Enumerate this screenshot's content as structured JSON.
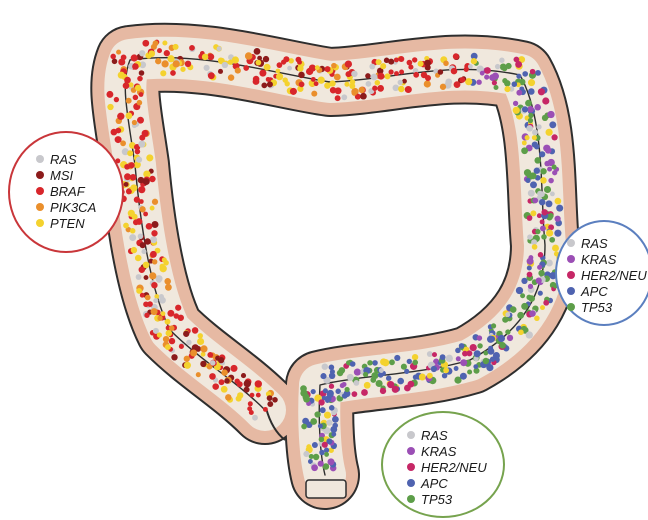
{
  "colors": {
    "tissue": "#e6b9a3",
    "tissue_outline": "#2e2e2e",
    "lumen": "#f0e8dd",
    "left_ring": "#c9363a",
    "right_ring": "#5b7fbf",
    "bottom_ring": "#76a34e"
  },
  "markers": {
    "RAS": "#c8c8cc",
    "MSI": "#8c1b1b",
    "BRAF": "#d8262b",
    "PIK3CA": "#ea8f2c",
    "PTEN": "#f4d22e",
    "KRAS": "#9b4fb5",
    "HER2/NEU": "#c62766",
    "APC": "#4f63b0",
    "TP53": "#5d9e49"
  },
  "legends": {
    "left": {
      "items": [
        {
          "label": "RAS",
          "color": "#c8c8cc"
        },
        {
          "label": "MSI",
          "color": "#8c1b1b"
        },
        {
          "label": "BRAF",
          "color": "#d8262b"
        },
        {
          "label": "PIK3CA",
          "color": "#ea8f2c"
        },
        {
          "label": "PTEN",
          "color": "#f4d22e"
        }
      ]
    },
    "right": {
      "items": [
        {
          "label": "RAS",
          "color": "#c8c8cc"
        },
        {
          "label": "KRAS",
          "color": "#9b4fb5"
        },
        {
          "label": "HER2/NEU",
          "color": "#c62766"
        },
        {
          "label": "APC",
          "color": "#4f63b0"
        },
        {
          "label": "TP53",
          "color": "#5d9e49"
        }
      ]
    },
    "bottom": {
      "items": [
        {
          "label": "RAS",
          "color": "#c8c8cc"
        },
        {
          "label": "KRAS",
          "color": "#9b4fb5"
        },
        {
          "label": "HER2/NEU",
          "color": "#c62766"
        },
        {
          "label": "APC",
          "color": "#4f63b0"
        },
        {
          "label": "TP53",
          "color": "#5d9e49"
        }
      ]
    }
  }
}
